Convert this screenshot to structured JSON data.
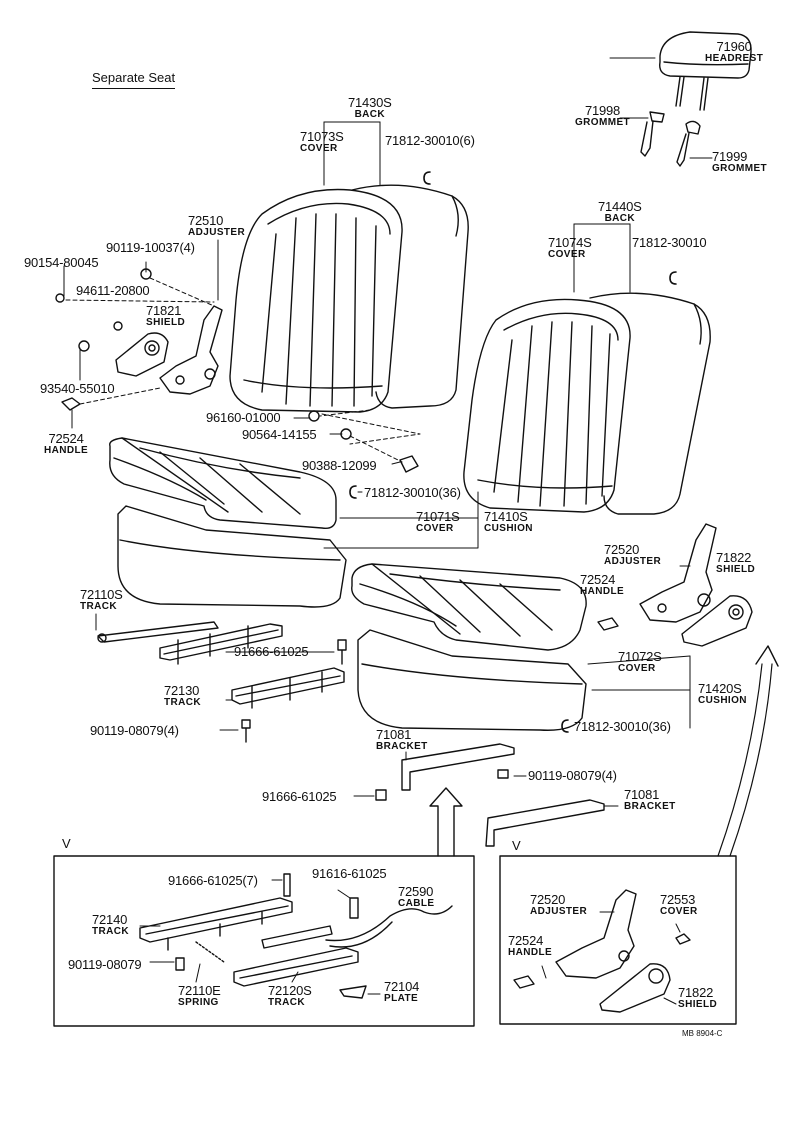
{
  "title": "Separate Seat",
  "view_marks": [
    "V",
    "V"
  ],
  "drawing_code": "MB 8904-C",
  "parts": {
    "headrest": {
      "num": "71960",
      "name": "HEADREST"
    },
    "grommet_a": {
      "num": "71998",
      "name": "GROMMET"
    },
    "grommet_b": {
      "num": "71999",
      "name": "GROMMET"
    },
    "back_l": {
      "num": "71430S",
      "name": "BACK"
    },
    "cover_back_l": {
      "num": "71073S",
      "name": "COVER"
    },
    "clip_back_l": {
      "num": "71812-30010(6)"
    },
    "back_r": {
      "num": "71440S",
      "name": "BACK"
    },
    "cover_back_r": {
      "num": "71074S",
      "name": "COVER"
    },
    "clip_back_r": {
      "num": "71812-30010"
    },
    "adjuster_l": {
      "num": "72510",
      "name": "ADJUSTER"
    },
    "bolt_10037": {
      "num": "90119-10037(4)"
    },
    "bolt_80045": {
      "num": "90154-80045"
    },
    "washer_20800": {
      "num": "94611-20800"
    },
    "shield_l": {
      "num": "71821",
      "name": "SHIELD"
    },
    "screw_55010": {
      "num": "93540-55010"
    },
    "handle_l": {
      "num": "72524",
      "name": "HANDLE"
    },
    "nut_01000": {
      "num": "96160-01000"
    },
    "washer_14155": {
      "num": "90564-14155"
    },
    "cap_12099": {
      "num": "90388-12099"
    },
    "clip_cush_l": {
      "num": "71812-30010(36)"
    },
    "cover_cush_l": {
      "num": "71071S",
      "name": "COVER"
    },
    "cushion_l": {
      "num": "71410S",
      "name": "CUSHION"
    },
    "track_110": {
      "num": "72110S",
      "name": "TRACK"
    },
    "bolt_61025_a": {
      "num": "91666-61025"
    },
    "track_130": {
      "num": "72130",
      "name": "TRACK"
    },
    "bolt_08079_a": {
      "num": "90119-08079(4)"
    },
    "adjuster_r": {
      "num": "72520",
      "name": "ADJUSTER"
    },
    "shield_r": {
      "num": "71822",
      "name": "SHIELD"
    },
    "handle_r": {
      "num": "72524",
      "name": "HANDLE"
    },
    "cover_cush_r": {
      "num": "71072S",
      "name": "COVER"
    },
    "cushion_r": {
      "num": "71420S",
      "name": "CUSHION"
    },
    "clip_cush_r": {
      "num": "71812-30010(36)"
    },
    "bracket_a": {
      "num": "71081",
      "name": "BRACKET"
    },
    "bolt_08079_b": {
      "num": "90119-08079(4)"
    },
    "bolt_61025_b": {
      "num": "91666-61025"
    },
    "bracket_b": {
      "num": "71081",
      "name": "BRACKET"
    },
    "box1_bolt_7": {
      "num": "91666-61025(7)"
    },
    "box1_bolt_616": {
      "num": "91616-61025"
    },
    "box1_cable": {
      "num": "72590",
      "name": "CABLE"
    },
    "box1_track_140": {
      "num": "72140",
      "name": "TRACK"
    },
    "box1_bolt_08079": {
      "num": "90119-08079"
    },
    "box1_spring": {
      "num": "72110E",
      "name": "SPRING"
    },
    "box1_track_120": {
      "num": "72120S",
      "name": "TRACK"
    },
    "box1_plate": {
      "num": "72104",
      "name": "PLATE"
    },
    "box2_adjuster": {
      "num": "72520",
      "name": "ADJUSTER"
    },
    "box2_cover": {
      "num": "72553",
      "name": "COVER"
    },
    "box2_handle": {
      "num": "72524",
      "name": "HANDLE"
    },
    "box2_shield": {
      "num": "71822",
      "name": "SHIELD"
    }
  }
}
